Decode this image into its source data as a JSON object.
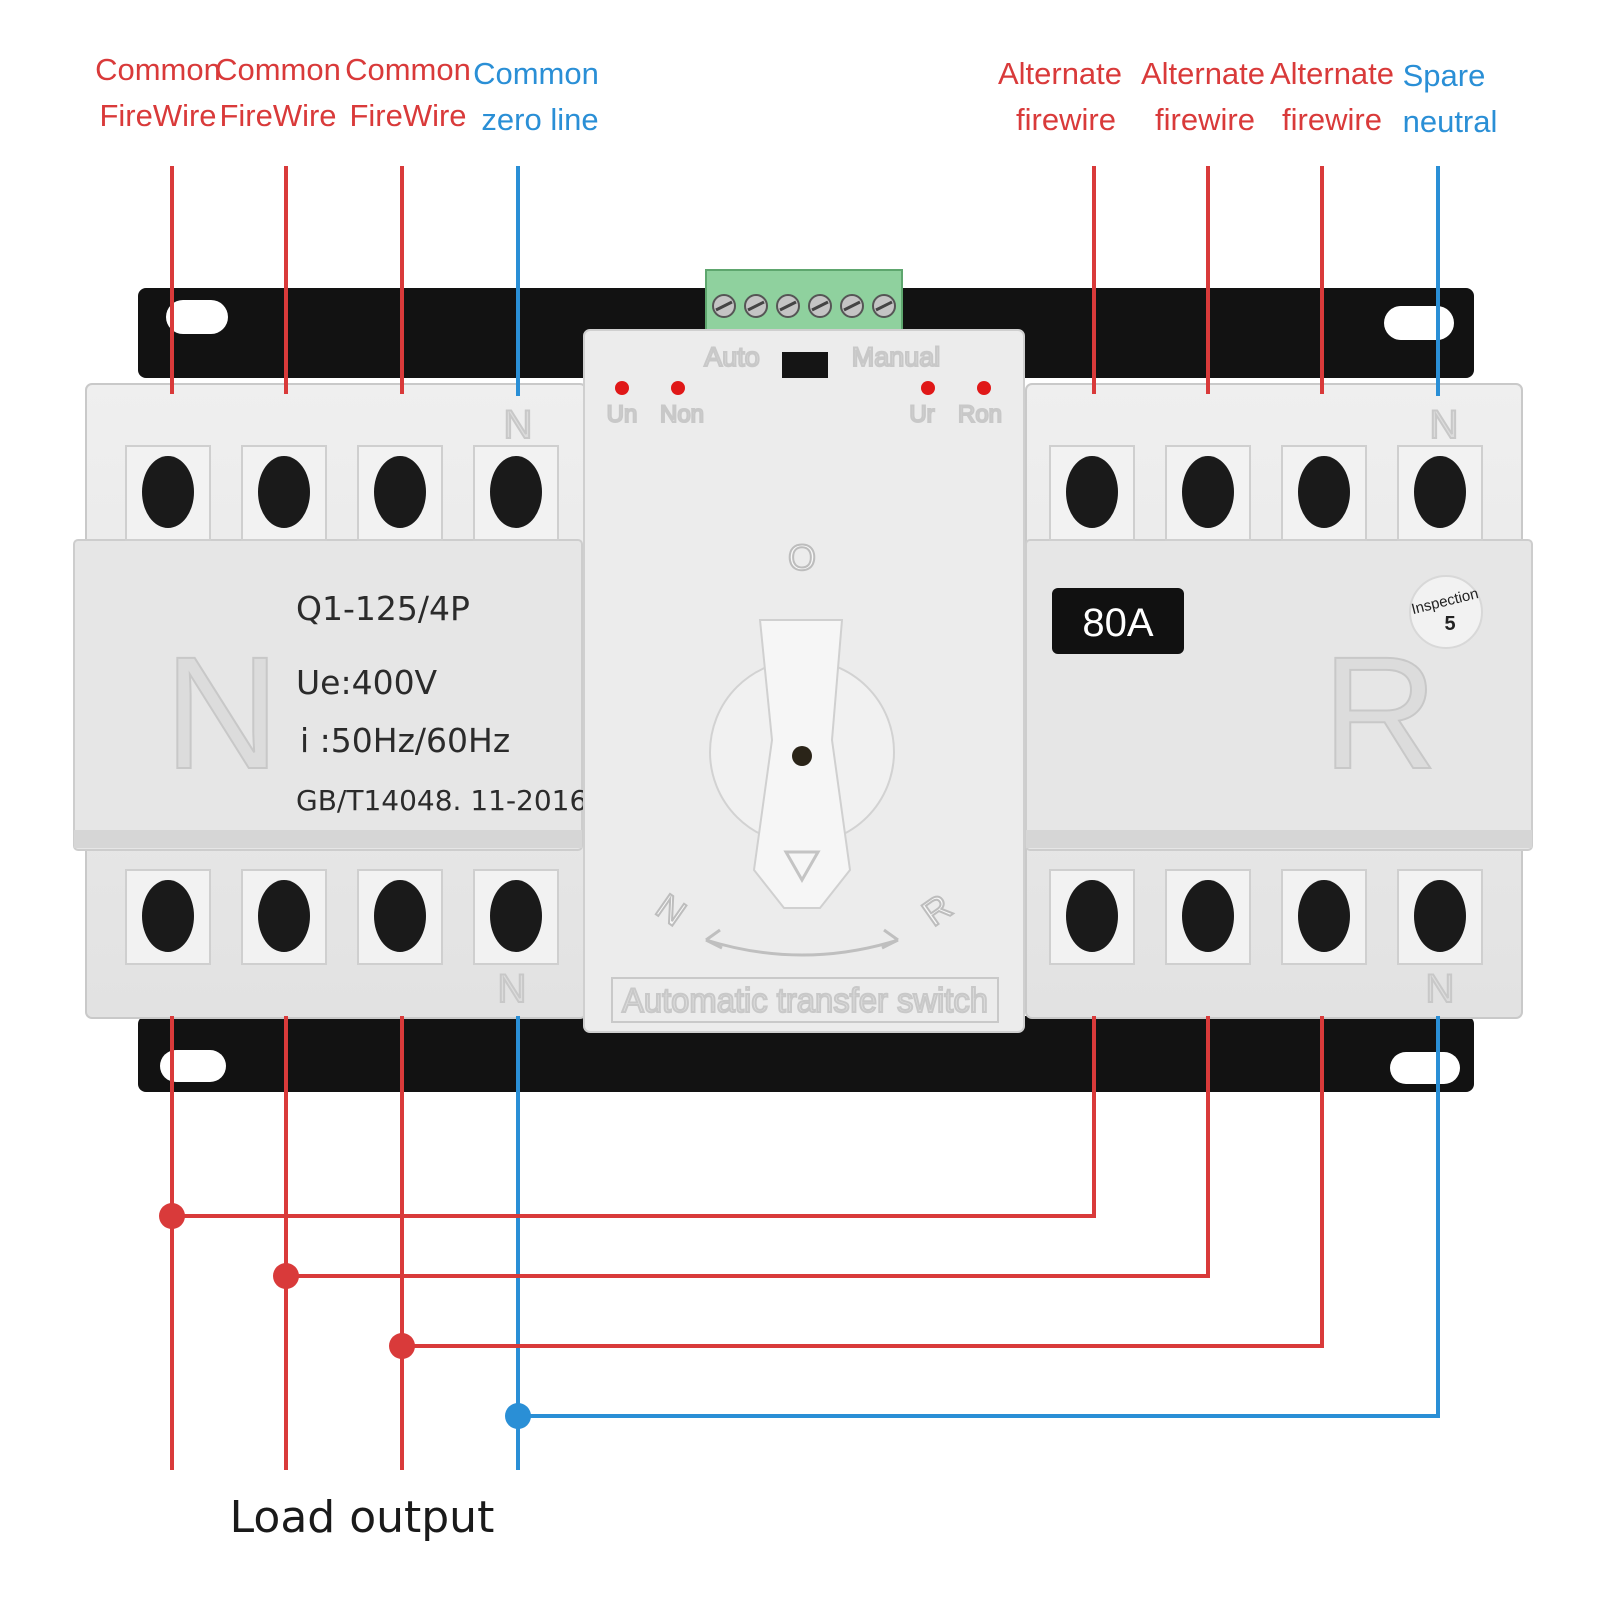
{
  "top_labels_left": [
    {
      "line1": "Common",
      "line2": "FireWire",
      "color": "#d93a3a"
    },
    {
      "line1": "Common",
      "line2": "FireWire",
      "color": "#d93a3a"
    },
    {
      "line1": "Common",
      "line2": "FireWire",
      "color": "#d93a3a"
    },
    {
      "line1": "Common",
      "line2": "zero line",
      "color": "#2a8fd6"
    }
  ],
  "top_labels_right": [
    {
      "line1": "Alternate",
      "line2": "firewire",
      "color": "#d93a3a"
    },
    {
      "line1": "Alternate",
      "line2": "firewire",
      "color": "#d93a3a"
    },
    {
      "line1": "Alternate",
      "line2": "firewire",
      "color": "#d93a3a"
    },
    {
      "line1": "Spare",
      "line2": "neutral",
      "color": "#2a8fd6"
    }
  ],
  "device": {
    "model": "Q1-125/4P",
    "voltage": "Ue:400V",
    "frequency": "i :50Hz/60Hz",
    "standard": "GB/T14048. 11-2016",
    "rating_badge": "80A",
    "inspection_label": "Inspection",
    "inspection_number": "5",
    "left_side_letter": "N",
    "right_side_letter": "R",
    "terminal_marker": "N",
    "mode_auto": "Auto",
    "mode_manual": "Manual",
    "led_labels": [
      "Un",
      "Non",
      "Ur",
      "Ron"
    ],
    "dial_top": "O",
    "dial_left": "N",
    "dial_right": "R",
    "footer_text": "Automatic transfer switch"
  },
  "bottom_label": "Load output",
  "colors": {
    "phase": "#d93a3a",
    "neutral": "#2a8fd6",
    "body": "#e8e8e8",
    "rail": "#111111",
    "terminal_block": "#8fd19e"
  }
}
